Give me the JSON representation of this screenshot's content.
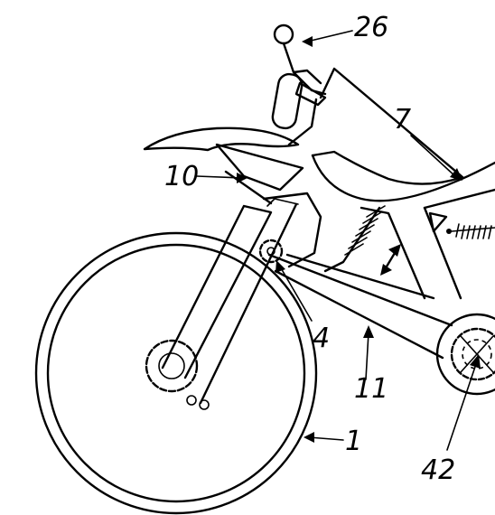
{
  "labels": {
    "handlebar": "26",
    "frame": "7",
    "fork_link": "10",
    "pivot": "4",
    "swing_arm": "11",
    "front_wheel": "1",
    "crank_sprocket": "42"
  }
}
